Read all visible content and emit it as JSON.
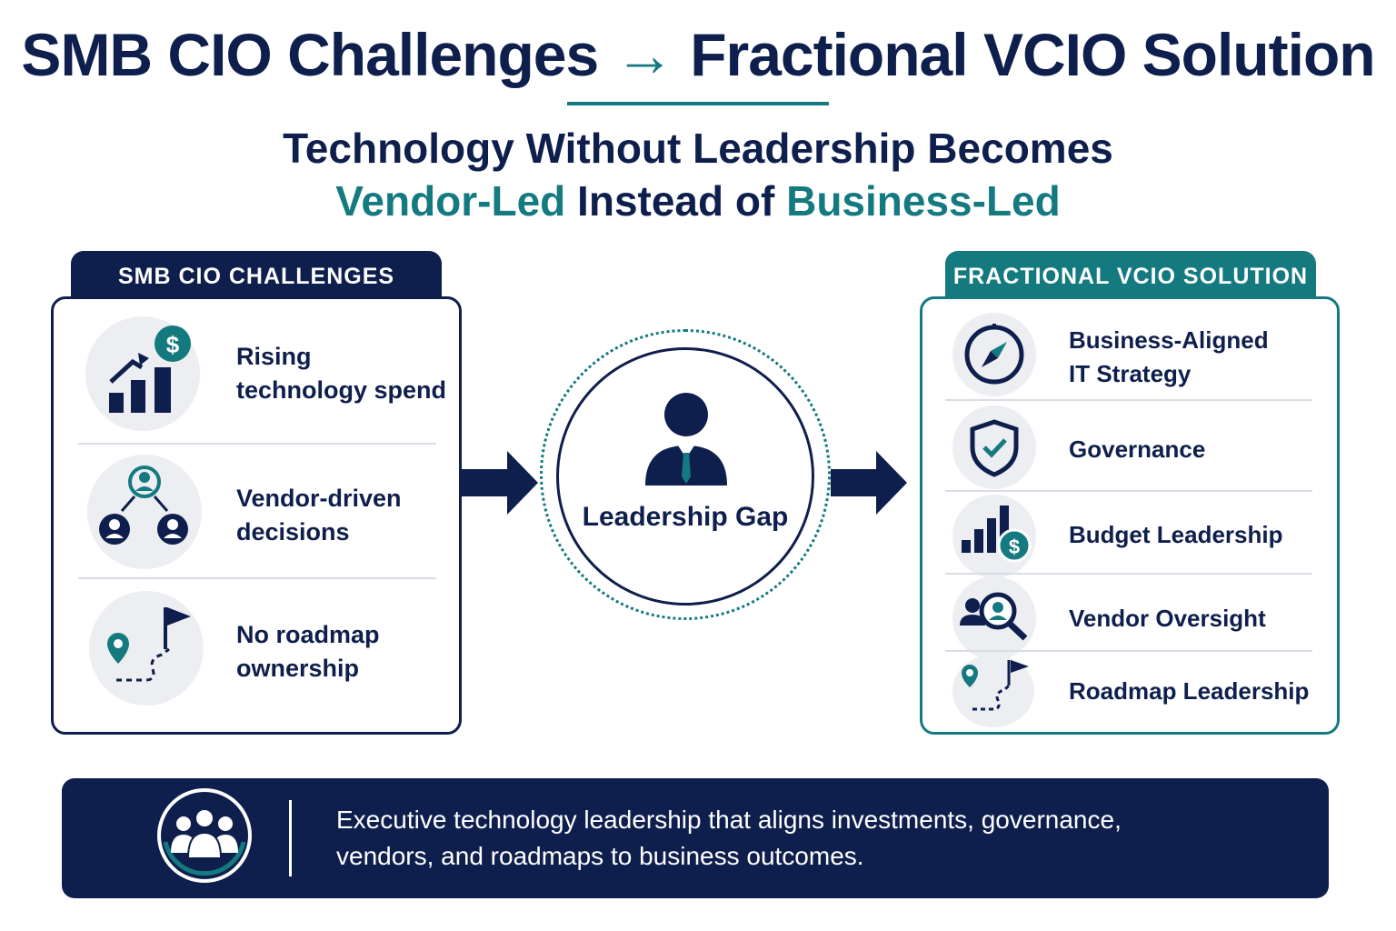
{
  "header": {
    "title_left": "SMB CIO Challenges",
    "title_arrow": "→",
    "title_right": "Fractional VCIO Solution",
    "subtitle_line1": "Technology Without Leadership Becomes",
    "subtitle_highlight1": "Vendor-Led",
    "subtitle_middle": " Instead of ",
    "subtitle_highlight2": "Business-Led"
  },
  "challenges": {
    "heading": "SMB CIO CHALLENGES",
    "items": [
      {
        "line1": "Rising",
        "line2": "technology spend",
        "icon": "rising-cost-chart-icon"
      },
      {
        "line1": "Vendor-driven",
        "line2": "decisions",
        "icon": "vendor-network-icon"
      },
      {
        "line1": "No roadmap",
        "line2": "ownership",
        "icon": "roadmap-flag-icon"
      }
    ]
  },
  "center": {
    "label": "Leadership Gap",
    "icon": "person-icon"
  },
  "solution": {
    "heading": "FRACTIONAL VCIO SOLUTION",
    "items": [
      {
        "line1": "Business-Aligned",
        "line2": "IT Strategy",
        "icon": "compass-icon"
      },
      {
        "line1": "Governance",
        "line2": "",
        "icon": "shield-check-icon"
      },
      {
        "line1": "Budget Leadership",
        "line2": "",
        "icon": "budget-chart-icon"
      },
      {
        "line1": "Vendor Oversight",
        "line2": "",
        "icon": "vendor-search-icon"
      },
      {
        "line1": "Roadmap Leadership",
        "line2": "",
        "icon": "roadmap-flag-icon"
      }
    ]
  },
  "banner": {
    "line1": "Executive technology leadership that aligns investments, governance,",
    "line2": "vendors, and roadmaps to business outcomes.",
    "icon": "team-icon"
  },
  "colors": {
    "navy": "#0f1f4d",
    "teal": "#147a80",
    "icon_bg": "#eceef2"
  }
}
